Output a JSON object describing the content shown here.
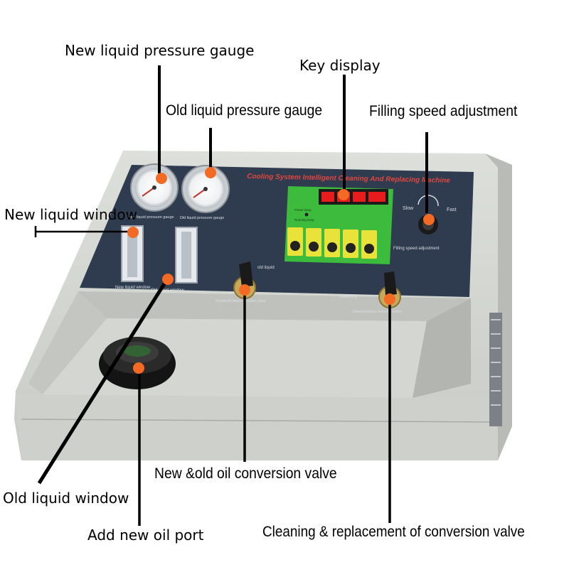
{
  "callouts": {
    "new_liquid_pressure_gauge": "New liquid pressure gauge",
    "key_display": "Key display",
    "old_liquid_pressure_gauge": "Old liquid pressure gauge",
    "filling_speed_adjustment": "Filling speed adjustment",
    "new_liquid_window": "New liquid window",
    "new_old_oil_conversion_valve": "New &old oil conversion valve",
    "old_liquid_window": "Old liquid window",
    "add_new_oil_port": "Add new oil port",
    "cleaning_replacement_conversion_valve": "Cleaning & replacement of conversion valve"
  },
  "panel": {
    "title": "Cooling System Intelligent Cleaning And Replacing Machine",
    "new_gauge_label": "New liquid pressure gauge",
    "old_gauge_label": "Old liquid pressure gauge",
    "new_window_label": "New liquid window",
    "old_window_label": "Old liquid window",
    "speed_slow": "Slow",
    "speed_fast": "Fast",
    "speed_label": "Filling speed adjustment",
    "valve1_label": "New&old liquid transfer valve",
    "valve1_option": "old liquid",
    "valve2_label": "Clean&replace transfer valve",
    "valve2_option": "Cleaning",
    "power_lamp": "Power lamp",
    "running_lamp": "Running lamp"
  },
  "colors": {
    "marker": "#f26a24",
    "panel": "#2f3b4f",
    "title": "#e0463c",
    "led": "#e81c1c",
    "keypad": "#3dbb3d",
    "key": "#e9e23a",
    "body": "#d8dbd5"
  }
}
